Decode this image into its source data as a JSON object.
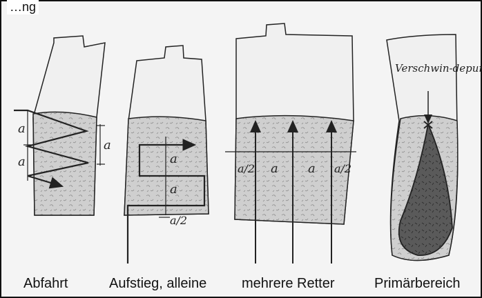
{
  "title": "…ng",
  "panels": [
    {
      "id": "abfahrt",
      "label": "Abfahrt",
      "marks": [
        "a",
        "a",
        "a"
      ]
    },
    {
      "id": "aufstieg",
      "label": "Aufstieg, alleine",
      "marks": [
        "a",
        "a",
        "a/2"
      ]
    },
    {
      "id": "retter",
      "label": "mehrere Retter",
      "marks": [
        "a/2",
        "a",
        "a",
        "a/2"
      ]
    },
    {
      "id": "primaer",
      "label": "Primärbereich",
      "annotation": "Verschwin-depunkt"
    }
  ],
  "colors": {
    "ink": "#222222",
    "snow": "#c8c8c8",
    "cone": "#5a5a5a",
    "paper": "#f4f4f4"
  }
}
